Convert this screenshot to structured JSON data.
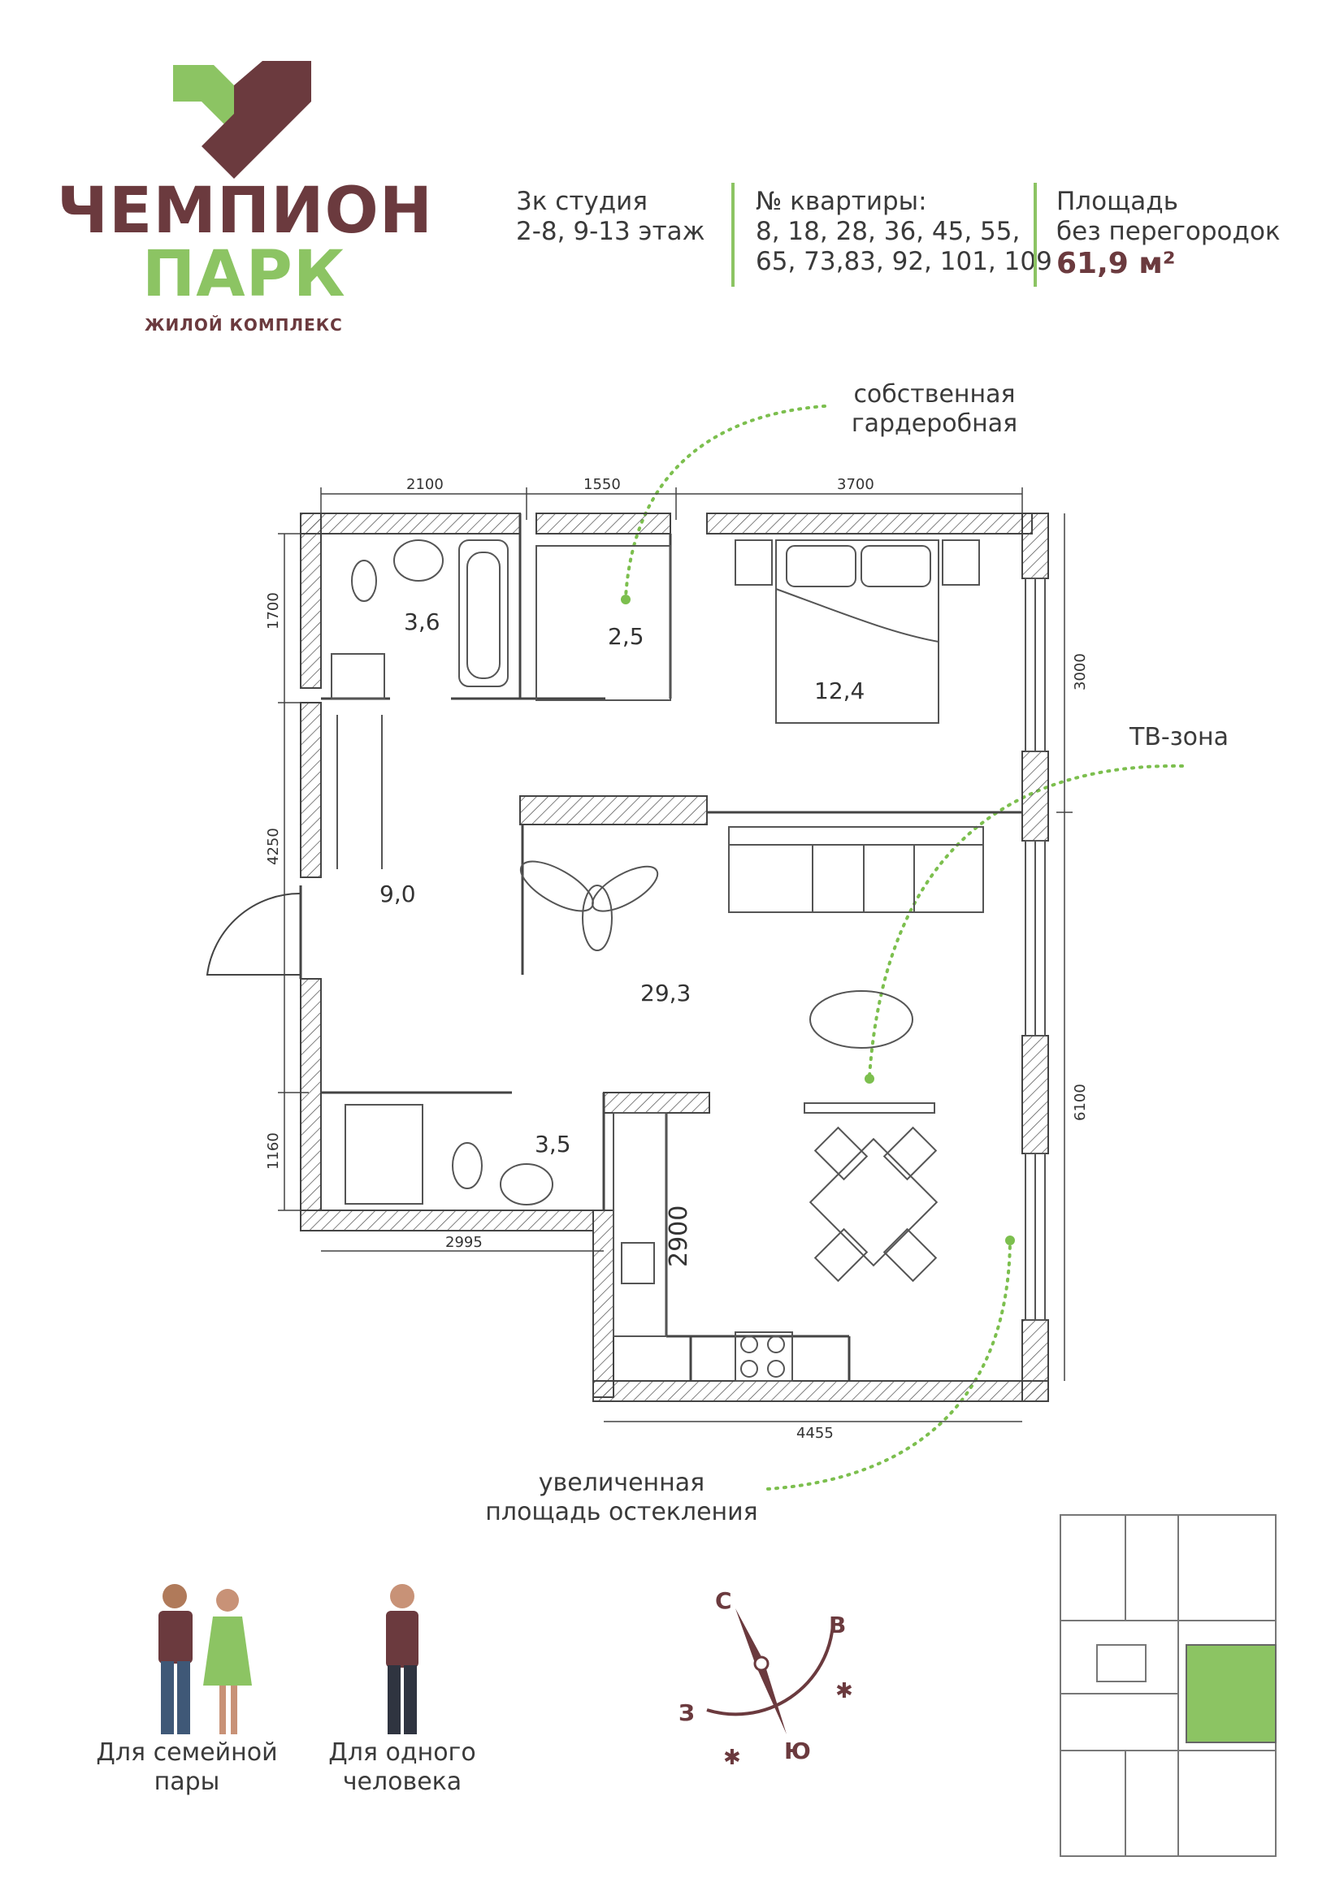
{
  "brand": {
    "name_line1": "ЧЕМПИОН",
    "name_line2": "ПАРК",
    "subtitle": "ЖИЛОЙ КОМПЛЕКС",
    "colors": {
      "green": "#8cc463",
      "burgundy": "#6b3a3e"
    }
  },
  "info": {
    "type_line1": "3к студия",
    "type_line2": "2-8, 9-13 этаж",
    "apartments_title": "№ квартиры:",
    "apartments_line1": "8, 18, 28, 36, 45, 55,",
    "apartments_line2": "65, 73,83, 92, 101, 109",
    "area_label_line1": "Площадь",
    "area_label_line2": "без перегородок",
    "area_value": "61,9 м²"
  },
  "callouts": {
    "wardrobe_line1": "собственная",
    "wardrobe_line2": "гардеробная",
    "tv_zone": "ТВ-зона",
    "glazing_line1": "увеличенная",
    "glazing_line2": "площадь остекления"
  },
  "plan": {
    "rooms": {
      "bathroom1": "3,6",
      "wardrobe": "2,5",
      "bedroom": "12,4",
      "hall": "9,0",
      "living": "29,3",
      "bathroom2": "3,5",
      "kitchen_len": "2900"
    },
    "dimensions": {
      "top1": "2100",
      "top2": "1550",
      "top3": "3700",
      "left1": "1700",
      "left2": "4250",
      "left3": "1160",
      "right1": "3000",
      "right2": "6100",
      "bottom1": "2995",
      "bottom2": "4455"
    }
  },
  "captions": {
    "couple_line1": "Для семейной",
    "couple_line2": "пары",
    "single_line1": "Для одного",
    "single_line2": "человека"
  },
  "compass": {
    "north": "С",
    "east": "В",
    "west": "З",
    "south": "Ю"
  }
}
